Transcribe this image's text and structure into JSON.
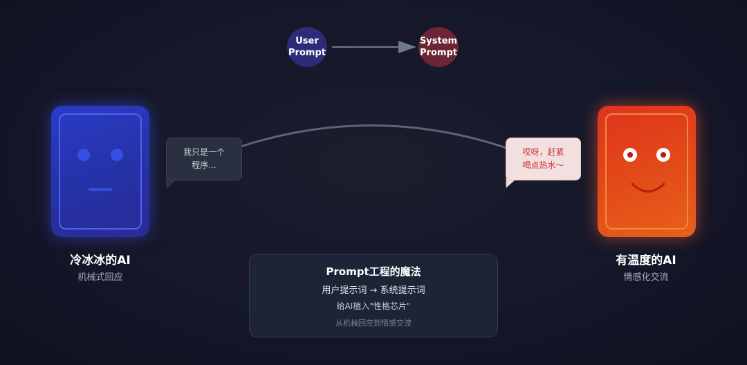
{
  "top_flow": {
    "user_label_line1": "User",
    "user_label_line2": "Prompt",
    "system_label_line1": "System",
    "system_label_line2": "Prompt",
    "user_color": "#2e2c78",
    "system_color": "#6b2535"
  },
  "cold_ai": {
    "title": "冷冰冰的AI",
    "subtitle": "机械式回应",
    "bubble_line1": "我只是一个",
    "bubble_line2": "程序...",
    "accent_color": "#2a3cc8"
  },
  "warm_ai": {
    "title": "有温度的AI",
    "subtitle": "情感化交流",
    "bubble_line1": "哎呀，赶紧",
    "bubble_line2": "喝点热水～",
    "accent_color": "#e24a18"
  },
  "info_box": {
    "title": "Prompt工程的魔法",
    "line1": "用户提示词 → 系统提示词",
    "line2": "给AI植入\"性格芯片\"",
    "line3": "从机械回应到情感交流"
  }
}
